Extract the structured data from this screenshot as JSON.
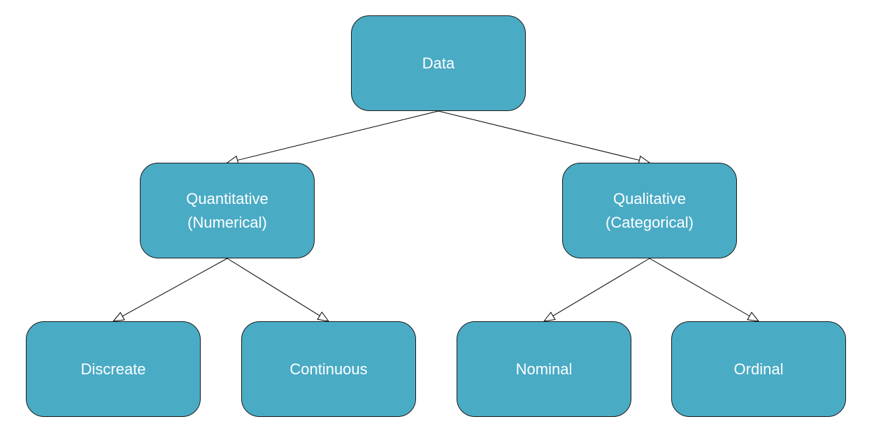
{
  "colors": {
    "node_fill": "#4aabc5",
    "node_border": "#1b1b1b",
    "node_text": "#ffffff",
    "connector": "#000000",
    "arrowhead_fill": "#ffffff"
  },
  "nodes": {
    "root": "Data",
    "quantitative": "Quantitative\n(Numerical)",
    "qualitative": "Qualitative\n(Categorical)",
    "discrete": "Discreate",
    "continuous": "Continuous",
    "nominal": "Nominal",
    "ordinal": "Ordinal"
  },
  "edges": [
    {
      "from": "root",
      "to": "quantitative"
    },
    {
      "from": "root",
      "to": "qualitative"
    },
    {
      "from": "quantitative",
      "to": "discrete"
    },
    {
      "from": "quantitative",
      "to": "continuous"
    },
    {
      "from": "qualitative",
      "to": "nominal"
    },
    {
      "from": "qualitative",
      "to": "ordinal"
    }
  ]
}
